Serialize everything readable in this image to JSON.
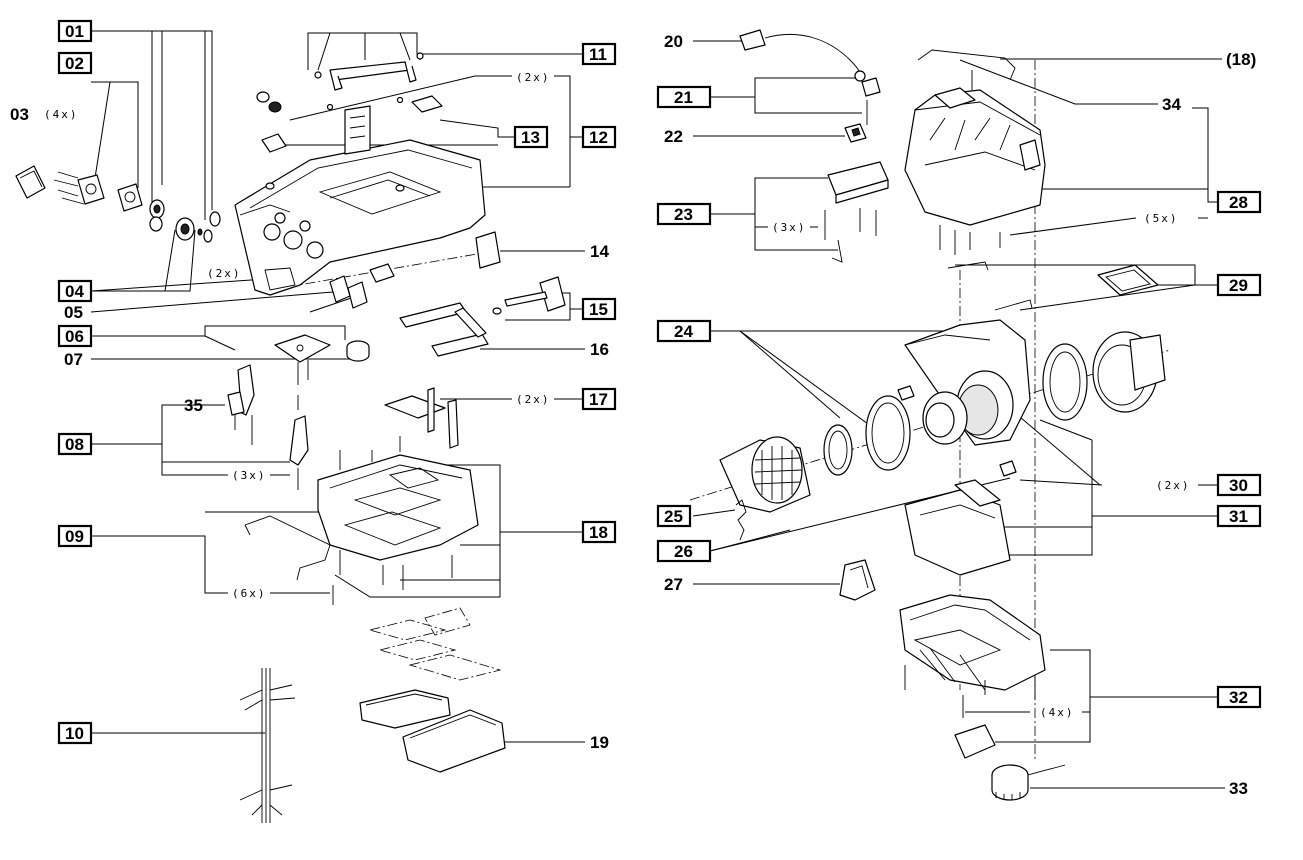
{
  "labels": {
    "p01": "01",
    "p02": "02",
    "p03": "03",
    "p04": "04",
    "p05": "05",
    "p06": "06",
    "p07": "07",
    "p08": "08",
    "p09": "09",
    "p10": "10",
    "p11": "11",
    "p12": "12",
    "p13": "13",
    "p14": "14",
    "p15": "15",
    "p16": "16",
    "p17": "17",
    "p18": "18",
    "p19": "19",
    "p20": "20",
    "p21": "21",
    "p22": "22",
    "p23": "23",
    "p24": "24",
    "p25": "25",
    "p26": "26",
    "p27": "27",
    "p28": "28",
    "p29": "29",
    "p30": "30",
    "p31": "31",
    "p32": "32",
    "p33": "33",
    "p34": "34",
    "p35": "35",
    "p18ref": "(18)"
  },
  "quantities": {
    "q4x_left": "(4x)",
    "q2x_top": "(2x)",
    "q2x_left": "(2x)",
    "q3x_left": "(3x)",
    "q2x_17": "(2x)",
    "q6x": "(6x)",
    "q3x_23": "(3x)",
    "q5x": "(5x)",
    "q2x_30": "(2x)",
    "q4x_32": "(4x)"
  }
}
